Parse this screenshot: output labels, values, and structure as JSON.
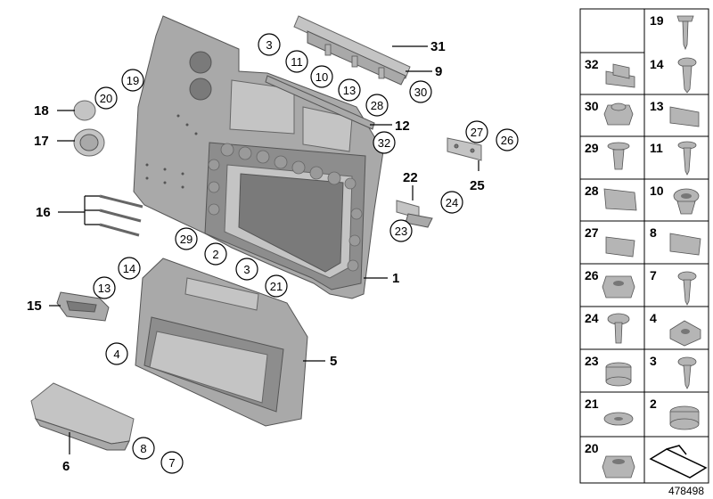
{
  "main_labels": {
    "l1": "1",
    "l5": "5",
    "l6": "6",
    "l9": "9",
    "l12": "12",
    "l15": "15",
    "l16": "16",
    "l17": "17",
    "l18": "18",
    "l22": "22",
    "l25": "25",
    "l31": "31"
  },
  "circled_labels": {
    "c3a": "3",
    "c11": "11",
    "c10": "10",
    "c13a": "13",
    "c28": "28",
    "c30": "30",
    "c32": "32",
    "c19": "19",
    "c20": "20",
    "c27": "27",
    "c26": "26",
    "c24": "24",
    "c23": "23",
    "c29": "29",
    "c2": "2",
    "c3b": "3",
    "c21": "21",
    "c14": "14",
    "c13b": "13",
    "c4": "4",
    "c8": "8",
    "c7": "7"
  },
  "parts_grid": [
    {
      "left": "19",
      "right": null
    },
    {
      "left": "32",
      "right": "14"
    },
    {
      "left": "30",
      "right": "13"
    },
    {
      "left": "29",
      "right": "11"
    },
    {
      "left": "28",
      "right": "10"
    },
    {
      "left": "27",
      "right": "8"
    },
    {
      "left": "26",
      "right": "7"
    },
    {
      "left": "24",
      "right": "4"
    },
    {
      "left": "23",
      "right": "3"
    },
    {
      "left": "21",
      "right": "2"
    },
    {
      "left": "20",
      "right": ""
    }
  ],
  "diagram_id": "478498"
}
